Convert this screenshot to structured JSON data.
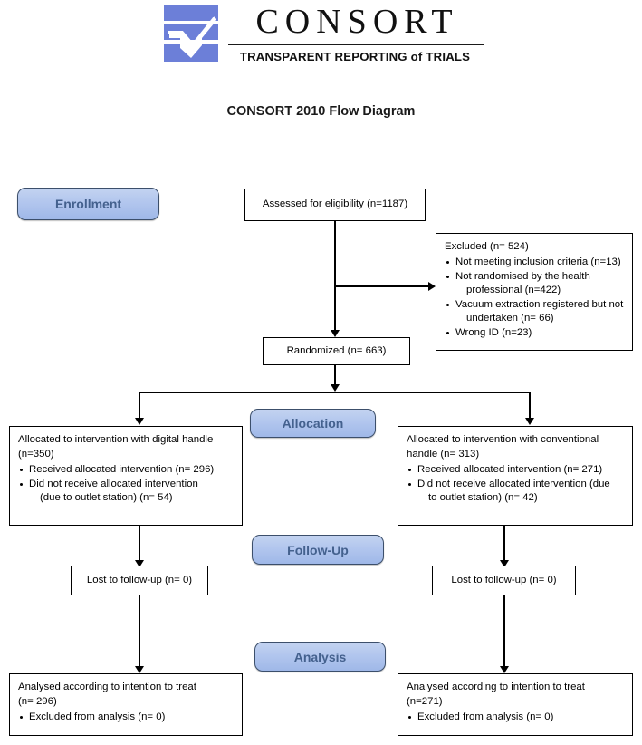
{
  "logo": {
    "wordmark": "CONSORT",
    "tagline_part1": "TRANSPARENT REPORTING ",
    "tagline_of": "of",
    "tagline_part2": " TRIALS",
    "mark_name": "consort-checkmark-logo",
    "brand_blue": "#6c7fd8"
  },
  "title": "CONSORT 2010 Flow Diagram",
  "stages": {
    "enrollment": "Enrollment",
    "allocation": "Allocation",
    "followup": "Follow-Up",
    "analysis": "Analysis"
  },
  "boxes": {
    "assessed": "Assessed for eligibility (n=1187)",
    "excluded": {
      "header": "Excluded  (n= 524)",
      "items": [
        {
          "text": "Not meeting inclusion criteria (n=13)"
        },
        {
          "text": "Not randomised by the health",
          "cont": "professional (n=422)"
        },
        {
          "text": "Vacuum extraction registered but not",
          "cont": "undertaken (n= 66)"
        },
        {
          "text": "Wrong ID (n=23)"
        }
      ]
    },
    "randomized": "Randomized (n= 663)",
    "alloc_left": {
      "header1": "Allocated to intervention with digital handle",
      "header2": "(n=350)",
      "items": [
        {
          "text": "Received allocated intervention (n= 296)"
        },
        {
          "text": "Did not receive allocated intervention",
          "cont": "(due to outlet station) (n= 54)"
        }
      ]
    },
    "alloc_right": {
      "header1": "Allocated to intervention with conventional",
      "header2": "handle (n= 313)",
      "items": [
        {
          "text": "Received allocated intervention (n= 271)"
        },
        {
          "text": "Did not receive allocated intervention (due",
          "cont": "to outlet station) (n= 42)"
        }
      ]
    },
    "lost_left": "Lost to follow-up (n= 0)",
    "lost_right": "Lost to follow-up (n= 0)",
    "analysis_left": {
      "header1": "Analysed according to intention to treat",
      "header2": "(n= 296)",
      "items": [
        {
          "text": "Excluded from analysis (n= 0)"
        }
      ]
    },
    "analysis_right": {
      "header1": "Analysed according to intention to treat",
      "header2": "(n=271)",
      "items": [
        {
          "text": "Excluded from analysis (n= 0)"
        }
      ]
    }
  }
}
